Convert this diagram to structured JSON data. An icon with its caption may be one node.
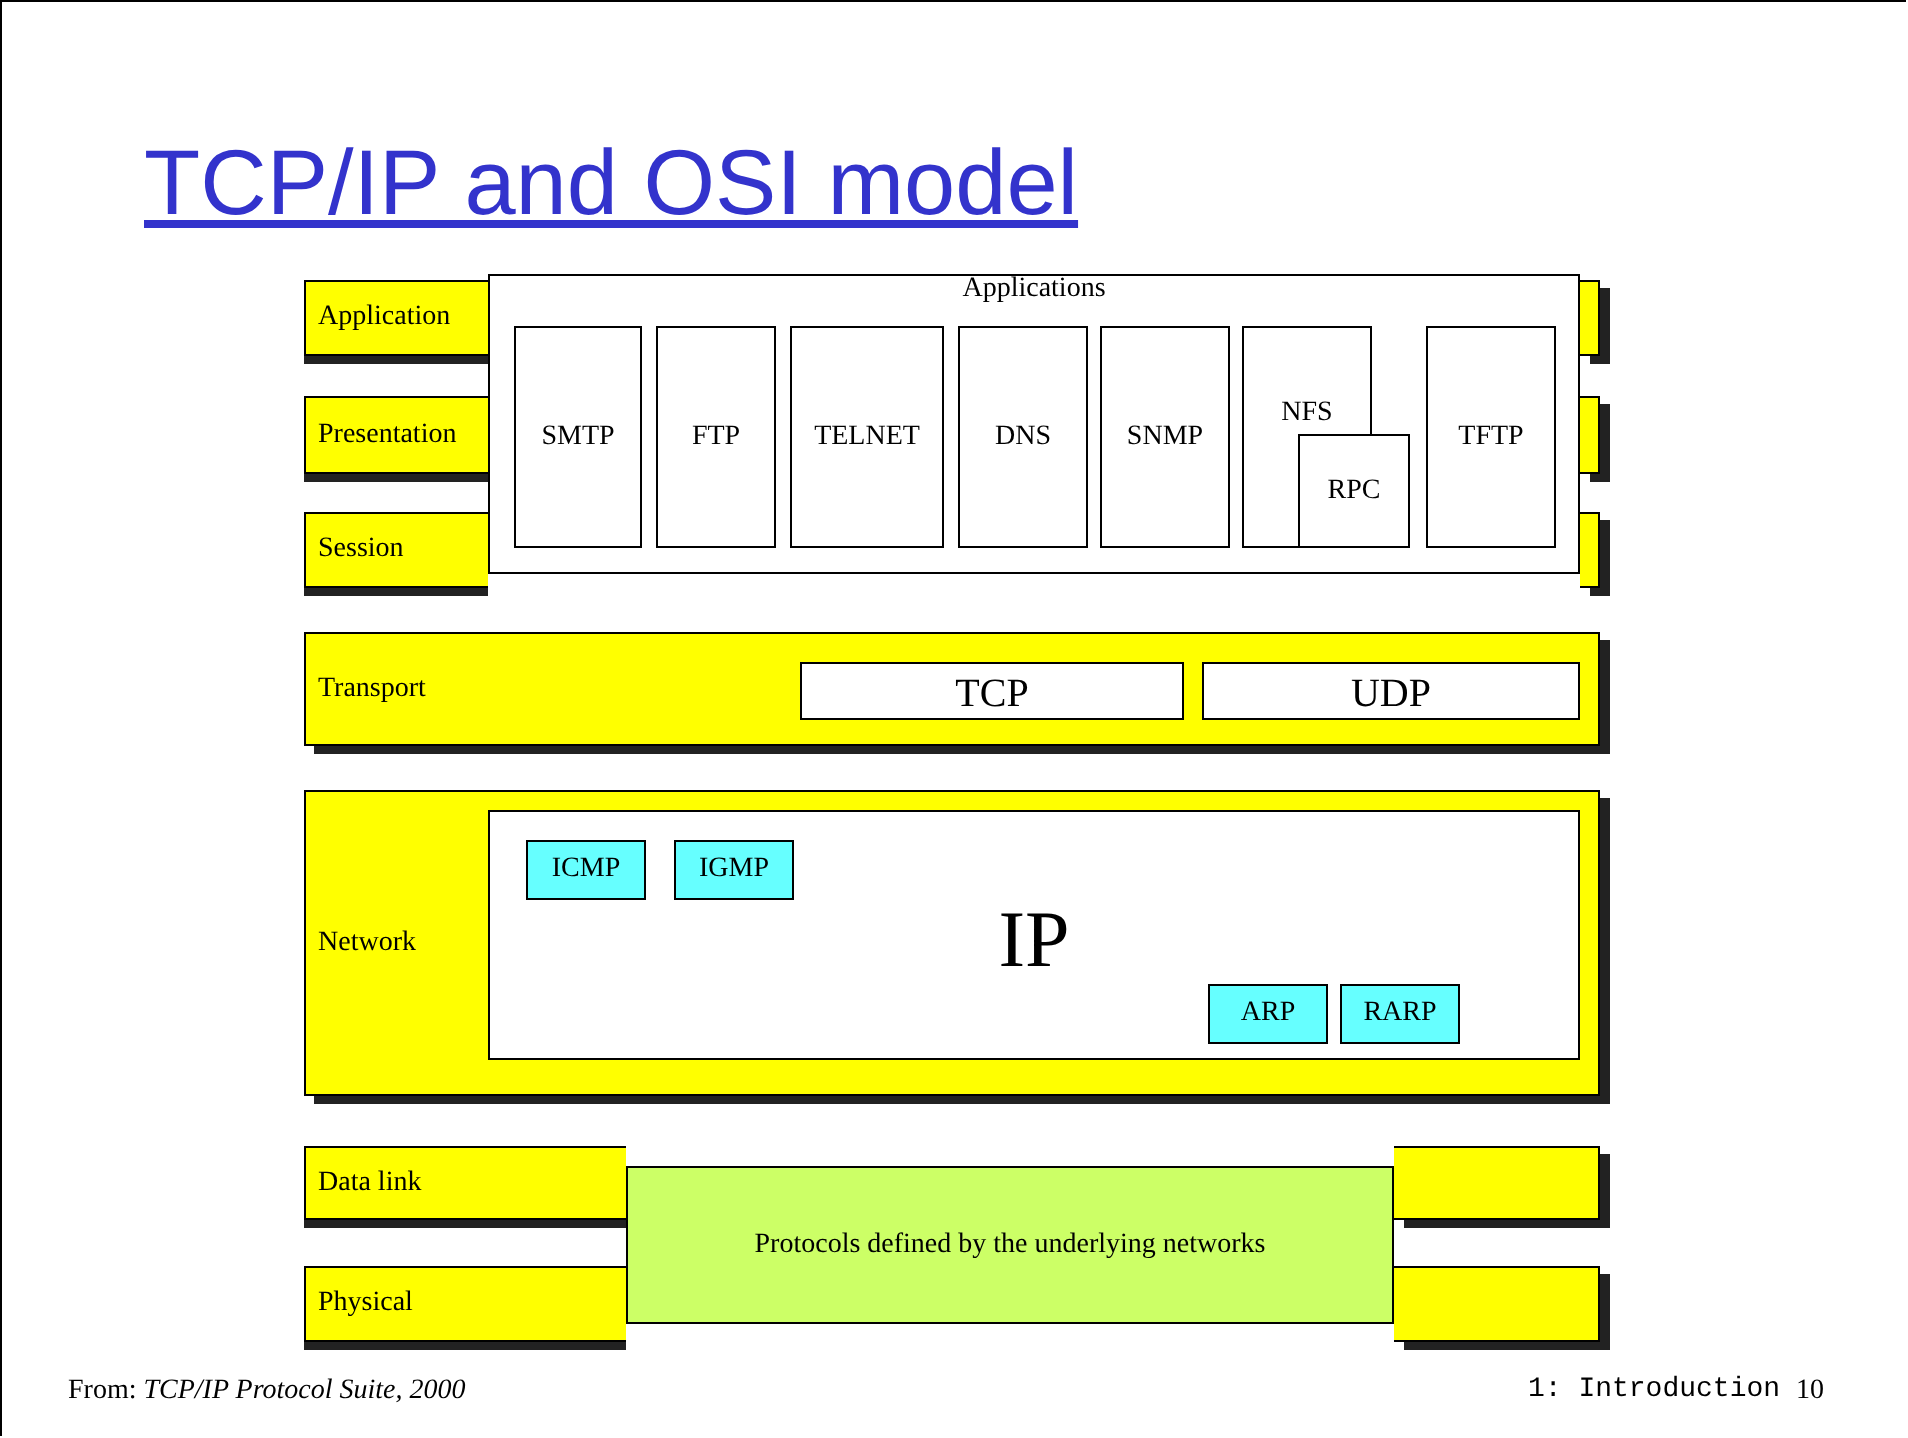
{
  "diagram": {
    "title": "TCP/IP and OSI model",
    "caption": "From: *TCP/IP Protocol Suite, 2000*",
    "nodes": [
      {
        "text": [
          "Application"
        ]
      },
      {
        "text": [
          "Applications"
        ]
      },
      {
        "text": [
          "SMTP"
        ],
        "in": 1
      },
      {
        "text": [
          "FTP"
        ],
        "in": 1
      },
      {
        "text": [
          "TELNET"
        ],
        "in": 1
      },
      {
        "text": [
          "DNS"
        ],
        "in": 1
      },
      {
        "text": [
          "SNMP"
        ],
        "in": 1
      },
      {
        "text": [
          "NFS"
        ],
        "in": 1
      },
      {
        "text": [
          "RPC"
        ],
        "in": 1
      },
      {
        "text": [
          "TFTP"
        ],
        "in": 1
      },
      {
        "text": [
          "Presentation"
        ]
      },
      {
        "text": [
          "Session"
        ]
      },
      {
        "text": [
          "Transport"
        ]
      },
      {
        "text": [
          "TCP"
        ],
        "in": 12
      },
      {
        "text": [
          "UDP"
        ],
        "in": 12
      },
      {
        "text": [
          "Network"
        ]
      },
      {
        "text": [
          "IP"
        ],
        "in": 15
      },
      {
        "text": [
          "ICMP"
        ],
        "in": 16
      },
      {
        "text": [
          "IGMP"
        ],
        "in": 16
      },
      {
        "text": [
          "ARP"
        ],
        "in": 16
      },
      {
        "text": [
          "RARP"
        ],
        "in": 16
      },
      {
        "text": [
          "Data link"
        ]
      },
      {
        "text": [
          "Physical"
        ]
      },
      {
        "text": [
          "Protocols defined by the underlying networks"
        ]
      }
    ],
    "labels": [
      "1: Introduction",
      "10"
    ]
  }
}
